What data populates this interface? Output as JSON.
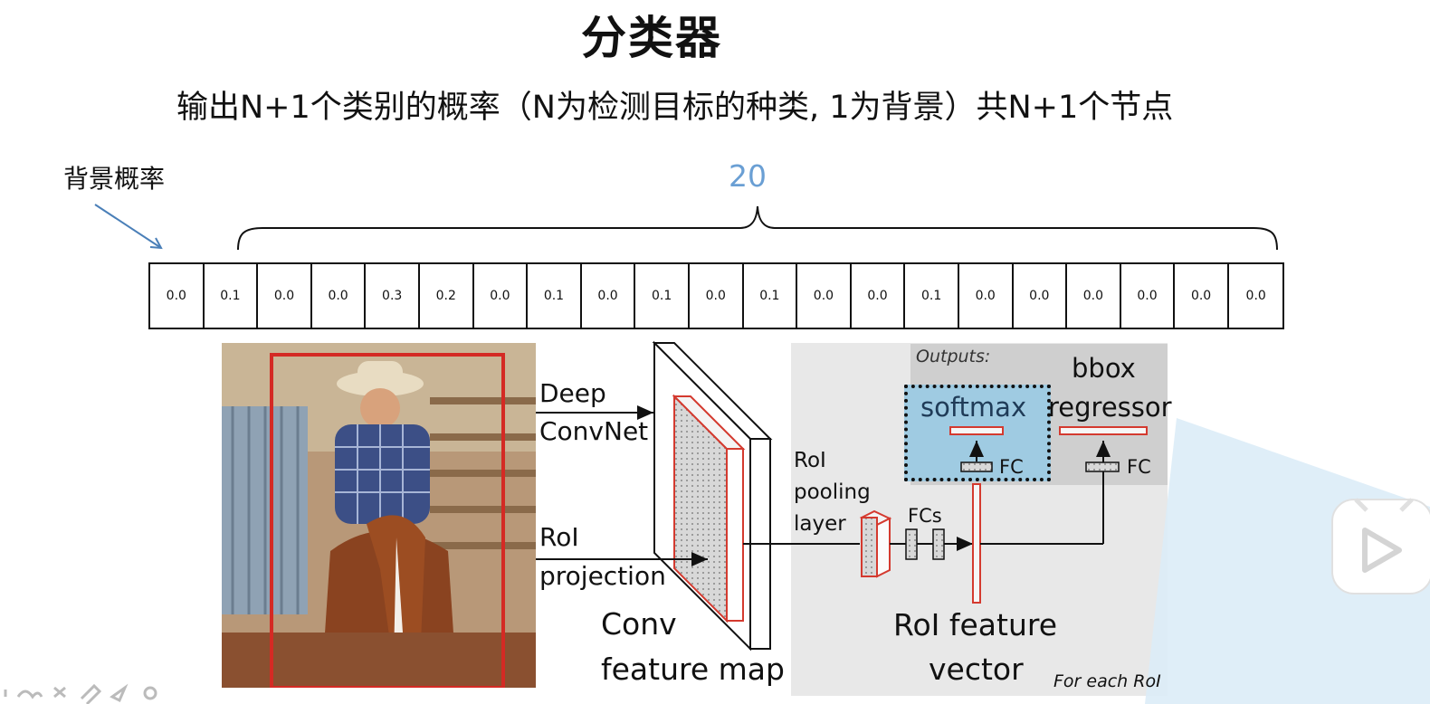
{
  "header": {
    "title": "分类器",
    "subtitle": "输出N+1个类别的概率（N为检测目标的种类, 1为背景）共N+1个节点"
  },
  "annotation": {
    "background_label": "背景概率",
    "class_count": "20"
  },
  "probabilities": [
    "0.0",
    "0.1",
    "0.0",
    "0.0",
    "0.3",
    "0.2",
    "0.0",
    "0.1",
    "0.0",
    "0.1",
    "0.0",
    "0.1",
    "0.0",
    "0.0",
    "0.1",
    "0.0",
    "0.0",
    "0.0",
    "0.0",
    "0.0",
    "0.0"
  ],
  "diagram": {
    "deep_convnet": [
      "Deep",
      "ConvNet"
    ],
    "roi_projection": [
      "RoI",
      "projection"
    ],
    "conv_feature_map": [
      "Conv",
      "feature map"
    ],
    "roi_pooling": [
      "RoI",
      "pooling",
      "layer"
    ],
    "fcs": "FCs",
    "fc": "FC",
    "outputs": "Outputs:",
    "softmax": "softmax",
    "bbox_regressor": [
      "bbox",
      "regressor"
    ],
    "roi_feature_vector": [
      "RoI feature",
      "vector"
    ],
    "for_each_roi": "For each RoI"
  },
  "colors": {
    "accent_blue": "#6a9fd4",
    "red": "#d43a2f",
    "softmax_bg": "#9fcbe2"
  }
}
